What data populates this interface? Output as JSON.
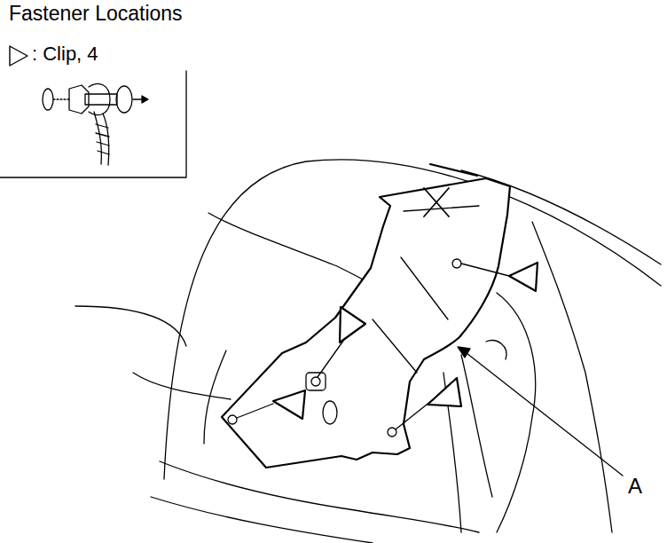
{
  "diagram": {
    "title": "Fastener Locations",
    "labels": [
      "A"
    ],
    "legend": [
      {
        "text": ": Clip, 4"
      }
    ]
  }
}
